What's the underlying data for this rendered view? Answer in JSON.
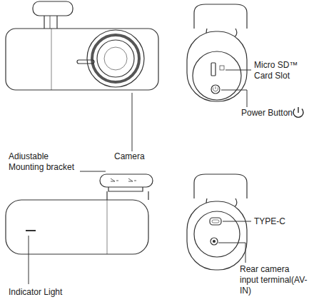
{
  "diagram": {
    "labels": [
      "Micro SD™ Card Slot",
      "Power Button",
      "Camera",
      "Adiustable Mounting bracket",
      "TYPE-C",
      "Rear camera input terminal(AV-IN)",
      "Indicator Light"
    ]
  }
}
